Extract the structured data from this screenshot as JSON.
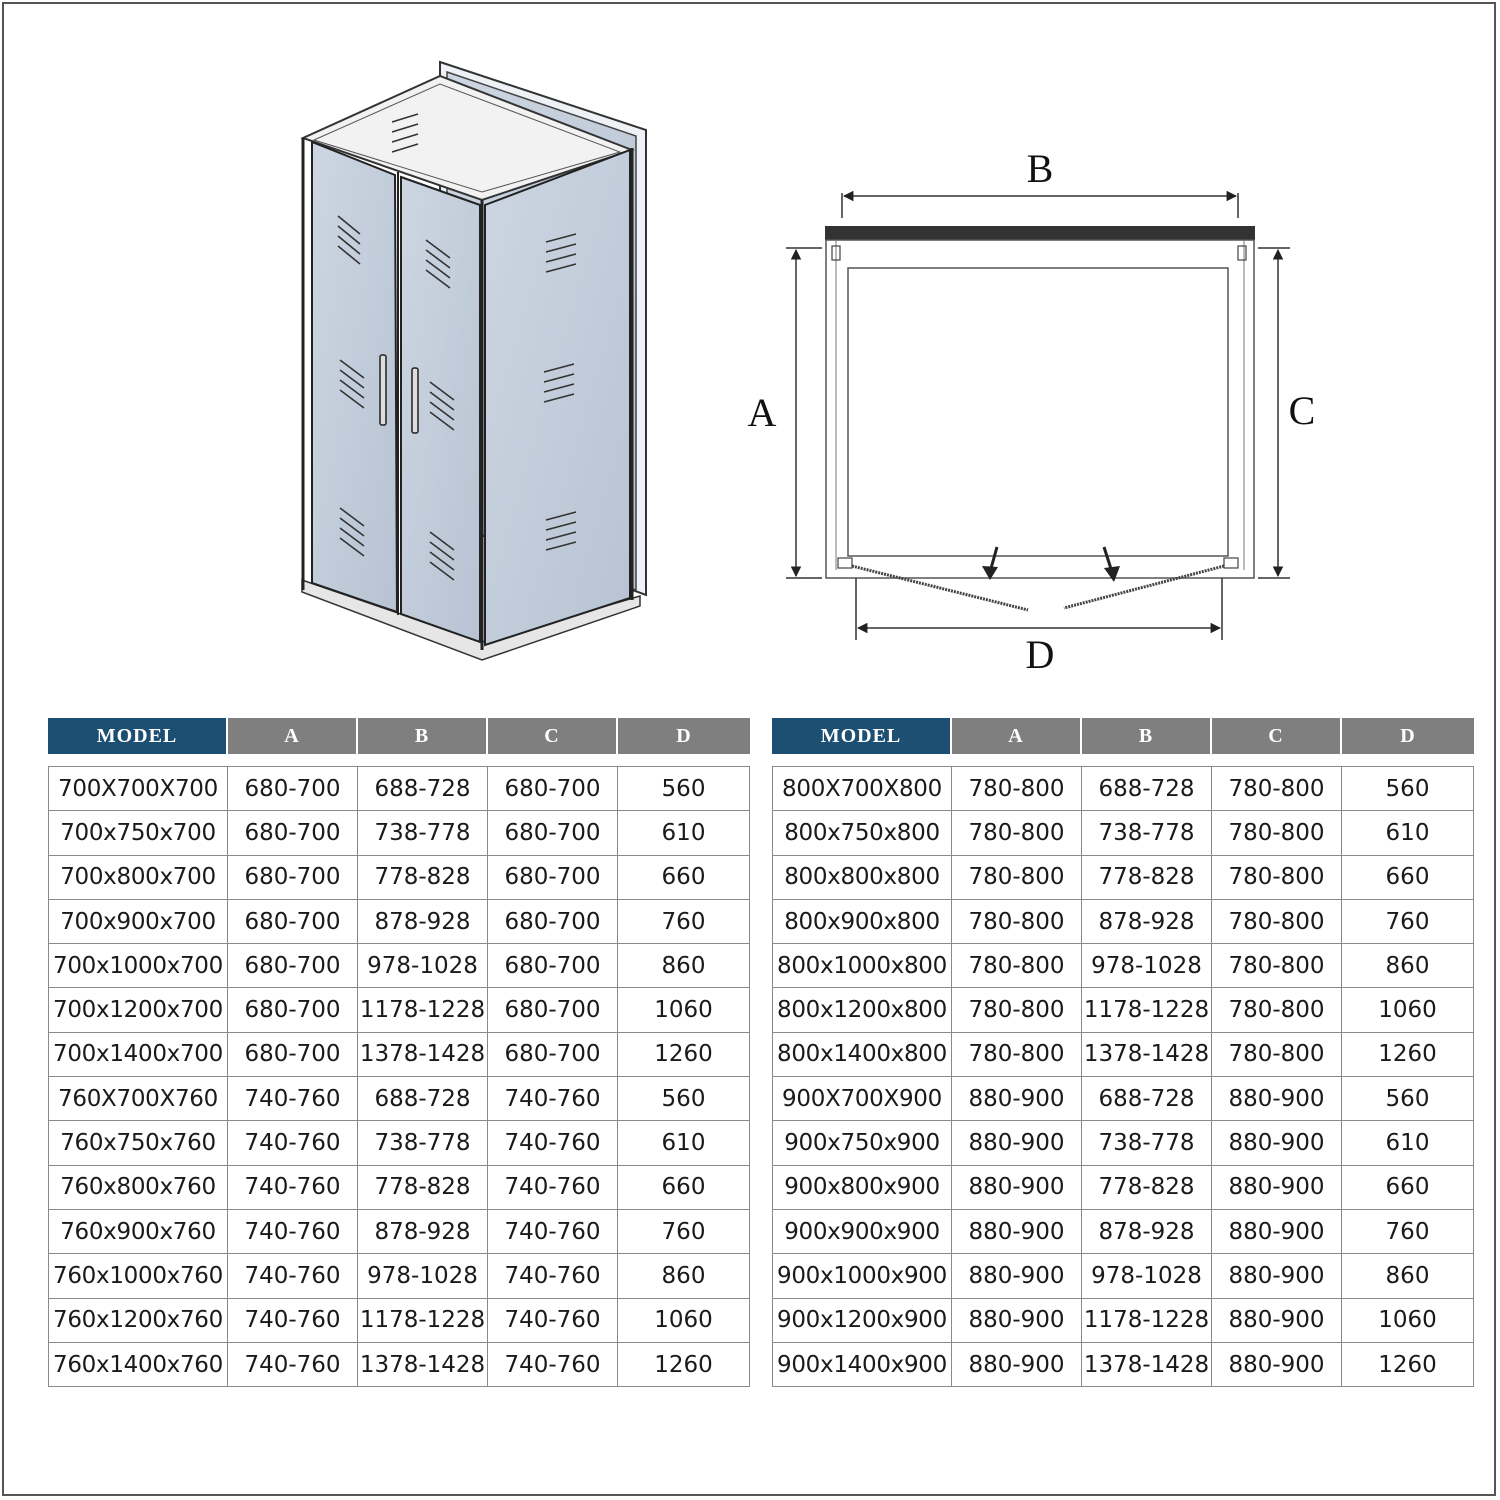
{
  "diagram": {
    "label_a": "A",
    "label_b": "B",
    "label_c": "C",
    "label_d": "D"
  },
  "tables": {
    "left": {
      "headers": [
        "MODEL",
        "A",
        "B",
        "C",
        "D"
      ],
      "rows": [
        [
          "700X700X700",
          "680-700",
          "688-728",
          "680-700",
          "560"
        ],
        [
          "700x750x700",
          "680-700",
          "738-778",
          "680-700",
          "610"
        ],
        [
          "700x800x700",
          "680-700",
          "778-828",
          "680-700",
          "660"
        ],
        [
          "700x900x700",
          "680-700",
          "878-928",
          "680-700",
          "760"
        ],
        [
          "700x1000x700",
          "680-700",
          "978-1028",
          "680-700",
          "860"
        ],
        [
          "700x1200x700",
          "680-700",
          "1178-1228",
          "680-700",
          "1060"
        ],
        [
          "700x1400x700",
          "680-700",
          "1378-1428",
          "680-700",
          "1260"
        ],
        [
          "760X700X760",
          "740-760",
          "688-728",
          "740-760",
          "560"
        ],
        [
          "760x750x760",
          "740-760",
          "738-778",
          "740-760",
          "610"
        ],
        [
          "760x800x760",
          "740-760",
          "778-828",
          "740-760",
          "660"
        ],
        [
          "760x900x760",
          "740-760",
          "878-928",
          "740-760",
          "760"
        ],
        [
          "760x1000x760",
          "740-760",
          "978-1028",
          "740-760",
          "860"
        ],
        [
          "760x1200x760",
          "740-760",
          "1178-1228",
          "740-760",
          "1060"
        ],
        [
          "760x1400x760",
          "740-760",
          "1378-1428",
          "740-760",
          "1260"
        ]
      ]
    },
    "right": {
      "headers": [
        "MODEL",
        "A",
        "B",
        "C",
        "D"
      ],
      "rows": [
        [
          "800X700X800",
          "780-800",
          "688-728",
          "780-800",
          "560"
        ],
        [
          "800x750x800",
          "780-800",
          "738-778",
          "780-800",
          "610"
        ],
        [
          "800x800x800",
          "780-800",
          "778-828",
          "780-800",
          "660"
        ],
        [
          "800x900x800",
          "780-800",
          "878-928",
          "780-800",
          "760"
        ],
        [
          "800x1000x800",
          "780-800",
          "978-1028",
          "780-800",
          "860"
        ],
        [
          "800x1200x800",
          "780-800",
          "1178-1228",
          "780-800",
          "1060"
        ],
        [
          "800x1400x800",
          "780-800",
          "1378-1428",
          "780-800",
          "1260"
        ],
        [
          "900X700X900",
          "880-900",
          "688-728",
          "880-900",
          "560"
        ],
        [
          "900x750x900",
          "880-900",
          "738-778",
          "880-900",
          "610"
        ],
        [
          "900x800x900",
          "880-900",
          "778-828",
          "880-900",
          "660"
        ],
        [
          "900x900x900",
          "880-900",
          "878-928",
          "880-900",
          "760"
        ],
        [
          "900x1000x900",
          "880-900",
          "978-1028",
          "880-900",
          "860"
        ],
        [
          "900x1200x900",
          "880-900",
          "1178-1228",
          "880-900",
          "1060"
        ],
        [
          "900x1400x900",
          "880-900",
          "1378-1428",
          "880-900",
          "1260"
        ]
      ]
    }
  }
}
